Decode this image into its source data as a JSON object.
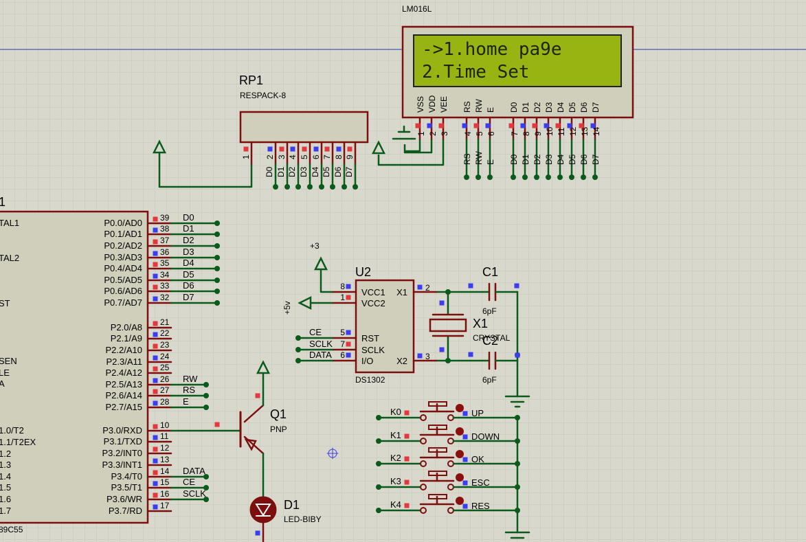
{
  "colors": {
    "wire": "#0a5a1c",
    "body": "#7c0e0e",
    "fill": "#cfcfbc",
    "pin_in": "#e4383e",
    "pin_out": "#3c3cf0",
    "lcd_bg": "#98b412",
    "grid": "#c5c4b8",
    "blue_line": "#2f3fb8"
  },
  "lcd": {
    "model": "LM016L",
    "line1": "->1.home pa9e",
    "line2": "  2.Time Set",
    "pins": [
      {
        "n": "1",
        "name": "VSS"
      },
      {
        "n": "2",
        "name": "VDD"
      },
      {
        "n": "3",
        "name": "VEE"
      },
      {
        "n": "4",
        "name": "RS"
      },
      {
        "n": "5",
        "name": "RW"
      },
      {
        "n": "6",
        "name": "E"
      },
      {
        "n": "7",
        "name": "D0"
      },
      {
        "n": "8",
        "name": "D1"
      },
      {
        "n": "9",
        "name": "D2"
      },
      {
        "n": "10",
        "name": "D3"
      },
      {
        "n": "11",
        "name": "D4"
      },
      {
        "n": "12",
        "name": "D5"
      },
      {
        "n": "13",
        "name": "D6"
      },
      {
        "n": "14",
        "name": "D7"
      }
    ],
    "net_labels": [
      "RS",
      "RW",
      "E",
      "D0",
      "D1",
      "D2",
      "D3",
      "D4",
      "D5",
      "D6",
      "D7"
    ]
  },
  "rp1": {
    "ref": "RP1",
    "model": "RESPACK-8",
    "pins": [
      {
        "n": "1",
        "name": ""
      },
      {
        "n": "2",
        "name": "D0"
      },
      {
        "n": "3",
        "name": "D1"
      },
      {
        "n": "4",
        "name": "D2"
      },
      {
        "n": "5",
        "name": "D3"
      },
      {
        "n": "6",
        "name": "D4"
      },
      {
        "n": "7",
        "name": "D5"
      },
      {
        "n": "8",
        "name": "D6"
      },
      {
        "n": "9",
        "name": "D7"
      }
    ]
  },
  "mcu": {
    "ref_partial": "1",
    "model_partial": "89C55",
    "left_labels": [
      "TAL1",
      "TAL2",
      "ST",
      "SEN",
      "LE",
      "A",
      "1.0/T2",
      "1.1/T2EX",
      "1.2",
      "1.3",
      "1.4",
      "1.5",
      "1.6",
      "1.7"
    ],
    "right_pins": [
      {
        "label": "P0.0/AD0",
        "num": "39",
        "net": "D0"
      },
      {
        "label": "P0.1/AD1",
        "num": "38",
        "net": "D1"
      },
      {
        "label": "P0.2/AD2",
        "num": "37",
        "net": "D2"
      },
      {
        "label": "P0.3/AD3",
        "num": "36",
        "net": "D3"
      },
      {
        "label": "P0.4/AD4",
        "num": "35",
        "net": "D4"
      },
      {
        "label": "P0.5/AD5",
        "num": "34",
        "net": "D5"
      },
      {
        "label": "P0.6/AD6",
        "num": "33",
        "net": "D6"
      },
      {
        "label": "P0.7/AD7",
        "num": "32",
        "net": "D7"
      },
      {
        "label": "P2.0/A8",
        "num": "21",
        "net": ""
      },
      {
        "label": "P2.1/A9",
        "num": "22",
        "net": ""
      },
      {
        "label": "P2.2/A10",
        "num": "23",
        "net": ""
      },
      {
        "label": "P2.3/A11",
        "num": "24",
        "net": ""
      },
      {
        "label": "P2.4/A12",
        "num": "25",
        "net": ""
      },
      {
        "label": "P2.5/A13",
        "num": "26",
        "net": "RW"
      },
      {
        "label": "P2.6/A14",
        "num": "27",
        "net": "RS"
      },
      {
        "label": "P2.7/A15",
        "num": "28",
        "net": "E"
      },
      {
        "label": "P3.0/RXD",
        "num": "10",
        "net": ""
      },
      {
        "label": "P3.1/TXD",
        "num": "11",
        "net": ""
      },
      {
        "label": "P3.2/INT0",
        "num": "12",
        "net": ""
      },
      {
        "label": "P3.3/INT1",
        "num": "13",
        "net": ""
      },
      {
        "label": "P3.4/T0",
        "num": "14",
        "net": "DATA"
      },
      {
        "label": "P3.5/T1",
        "num": "15",
        "net": "CE"
      },
      {
        "label": "P3.6/WR",
        "num": "16",
        "net": "SCLK"
      },
      {
        "label": "P3.7/RD",
        "num": "17",
        "net": ""
      }
    ]
  },
  "u2": {
    "ref": "U2",
    "model": "DS1302",
    "left_pins": [
      {
        "num": "8",
        "name": "VCC1"
      },
      {
        "num": "1",
        "name": "VCC2"
      },
      {
        "num": "5",
        "name": "RST",
        "net": "CE"
      },
      {
        "num": "7",
        "name": "SCLK",
        "net": "SCLK"
      },
      {
        "num": "6",
        "name": "I/O",
        "net": "DATA"
      }
    ],
    "right_pins": [
      {
        "num": "2",
        "name": "X1"
      },
      {
        "num": "3",
        "name": "X2"
      }
    ]
  },
  "power": {
    "u2_vcc1": "+3",
    "u2_vcc2": "+5v"
  },
  "c1": {
    "ref": "C1",
    "value": "6pF"
  },
  "c2": {
    "ref": "C2",
    "value": "6pF"
  },
  "x1": {
    "ref": "X1",
    "model": "CRYSTAL"
  },
  "q1": {
    "ref": "Q1",
    "model": "PNP"
  },
  "d1": {
    "ref": "D1",
    "model": "LED-BIBY"
  },
  "buttons": [
    {
      "net": "K0",
      "label": "UP"
    },
    {
      "net": "K1",
      "label": "DOWN"
    },
    {
      "net": "K2",
      "label": "OK"
    },
    {
      "net": "K3",
      "label": "ESC"
    },
    {
      "net": "K4",
      "label": "RES"
    }
  ]
}
